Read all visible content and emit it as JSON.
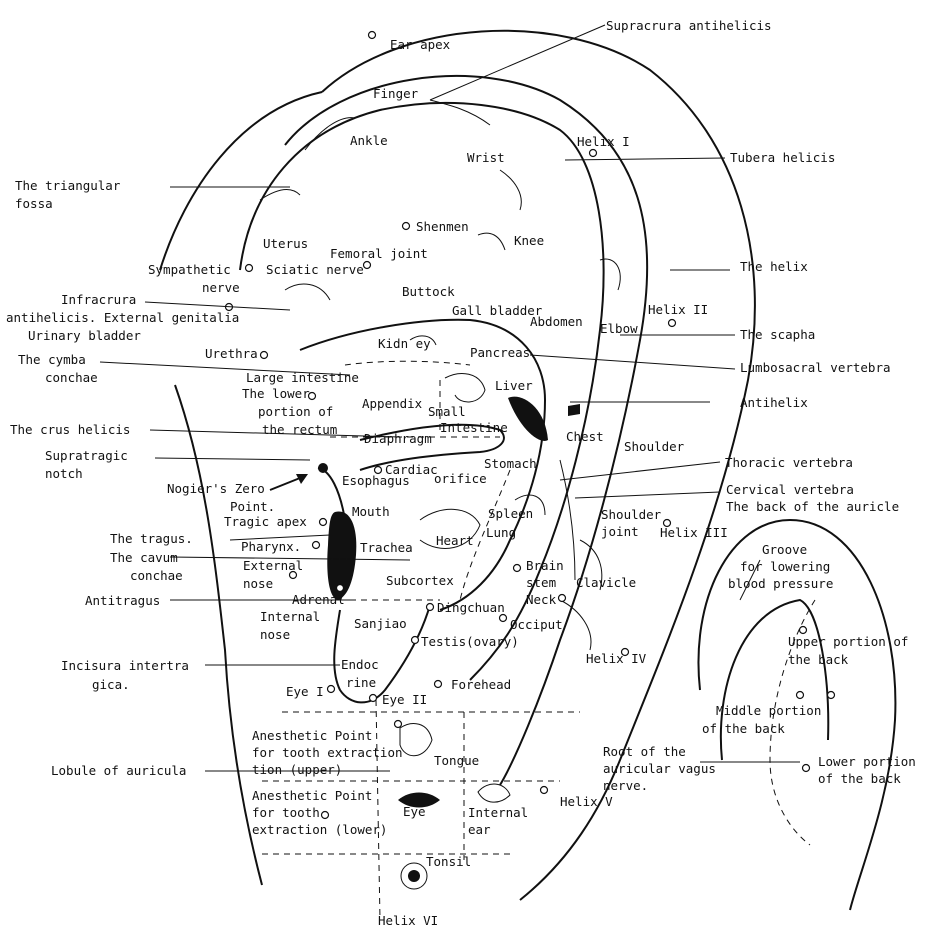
{
  "colors": {
    "ink": "#111111",
    "paper": "#ffffff"
  },
  "labels": {
    "supracrura": "Supracrura antihelicis",
    "ear_apex": "Ear apex",
    "finger": "Finger",
    "ankle": "Ankle",
    "helix_1": "Helix I",
    "wrist": "Wrist",
    "tubera_helicis": "Tubera helicis",
    "triangular_fossa_1": "The triangular",
    "triangular_fossa_2": "fossa",
    "shenmen": "Shenmen",
    "uterus": "Uterus",
    "femoral_joint": "Femoral joint",
    "knee": "Knee",
    "the_helix": "The helix",
    "sympathetic_1": "Sympathetic",
    "sympathetic_2": "nerve",
    "sciatic": "Sciatic nerve",
    "buttock": "Buttock",
    "infracrura_1": "Infracrura",
    "infracrura_2": "antihelicis. External genitalia",
    "gall_bladder": "Gall bladder",
    "helix_2": "Helix II",
    "abdomen": "Abdomen",
    "elbow": "Elbow",
    "scapha": "The scapha",
    "urinary_bladder": "Urinary bladder",
    "urethra": "Urethra",
    "kidney": "Kidn ey",
    "pancreas": "Pancreas",
    "lumbosacral": "Lumbosacral vertebra",
    "cymba_1": "The cymba",
    "cymba_2": "conchae",
    "large_intestine": "Large intestine",
    "lower_rectum_1": "The lower",
    "lower_rectum_2": "portion of",
    "lower_rectum_3": "the rectum",
    "appendix": "Appendix",
    "small_1": "Small",
    "small_2": "Intestine",
    "liver": "Liver",
    "antihelix": "Antihelix",
    "crus_helicis": "The crus helicis",
    "diaphragm": "Diaphragm",
    "chest": "Chest",
    "shoulder": "Shoulder",
    "supratragic_1": "Supratragic",
    "supratragic_2": "notch",
    "cardiac": "Cardiac",
    "orifice": "orifice",
    "stomach": "Stomach",
    "thoracic": "Thoracic vertebra",
    "nogier_1": "Nogier's Zero",
    "nogier_2": "Point.",
    "esophagus": "Esophagus",
    "cervical": "Cervical vertebra",
    "back_auricle": "The back of the auricle",
    "mouth": "Mouth",
    "tragic_apex": "Tragic apex",
    "spleen": "Spleen",
    "shoulder_joint_1": "Shoulder",
    "shoulder_joint_2": "joint",
    "helix_3": "Helix III",
    "tragus": "The tragus.",
    "pharynx": "Pharynx.",
    "trachea": "Trachea",
    "heart": "Heart",
    "lung": "Lung",
    "groove_1": "Groove",
    "groove_2": "for lowering",
    "groove_3": "blood pressure",
    "cavum_1": "The cavum",
    "cavum_2": "conchae",
    "external_nose_1": "External",
    "external_nose_2": "nose",
    "subcortex": "Subcortex",
    "brain_1": "Brain",
    "brain_2": "stem",
    "clavicle": "Clavicle",
    "antitragus": "Antitragus",
    "adrenal": "Adrenal",
    "dingchuan": "Dingchuan",
    "neck": "Neck",
    "internal_nose_1": "Internal",
    "internal_nose_2": "nose",
    "sanjiao": "Sanjiao",
    "occiput": "Occiput",
    "upper_back_1": "Upper portion of",
    "upper_back_2": "the back",
    "testis": "Testis(ovary)",
    "incisura_1": "Incisura intertra",
    "incisura_2": "gica.",
    "endocrine_1": "Endoc",
    "endocrine_2": "rine",
    "helix_4": "Helix IV",
    "eye_1": "Eye I",
    "eye_2": "Eye II",
    "forehead": "Forehead",
    "middle_back_1": "Middle portion",
    "middle_back_2": "of the back",
    "anesthetic_up_1": "Anesthetic Point",
    "anesthetic_up_2": "for tooth extraction",
    "anesthetic_up_3": "tion (upper)",
    "tongue": "Tongue",
    "vagus_1": "Root of the",
    "vagus_2": "auricular vagus",
    "vagus_3": "nerve.",
    "lower_back_1": "Lower portion",
    "lower_back_2": "of the back",
    "lobule": "Lobule of auricula",
    "anesthetic_low_1": "Anesthetic Point",
    "anesthetic_low_2": "for tooth",
    "anesthetic_low_3": "extraction (lower)",
    "eye_center": "Eye",
    "internal_ear_1": "Internal",
    "internal_ear_2": "ear",
    "helix_5": "Helix V",
    "tonsil": "Tonsil",
    "helix_6": "Helix VI"
  }
}
